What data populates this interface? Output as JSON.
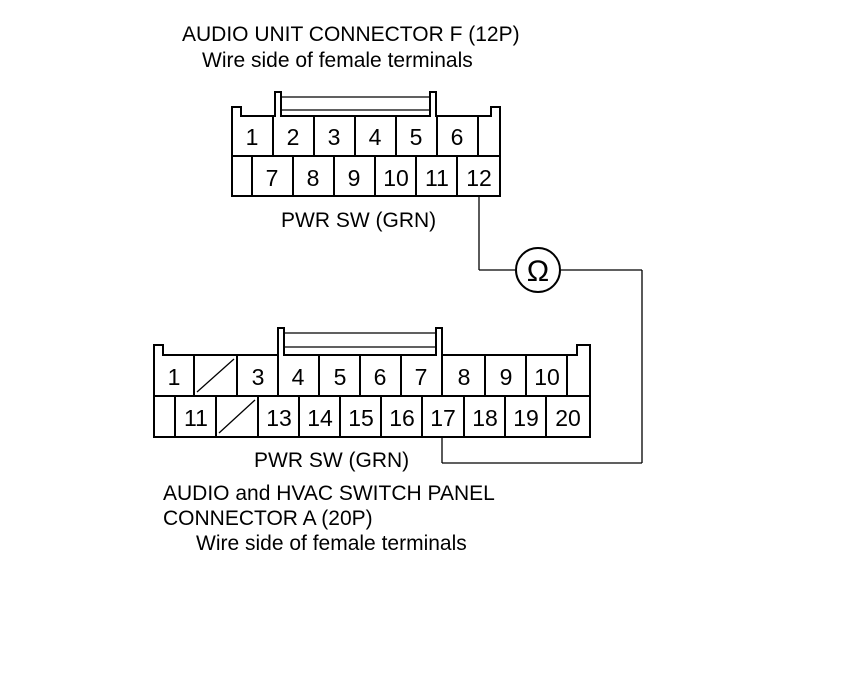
{
  "connector_f": {
    "title": "AUDIO UNIT CONNECTOR F (12P)",
    "subtitle": "Wire side of female terminals",
    "row1": [
      "1",
      "2",
      "3",
      "4",
      "5",
      "6"
    ],
    "row2": [
      "7",
      "8",
      "9",
      "10",
      "11",
      "12"
    ],
    "wire_label": "PWR SW (GRN)"
  },
  "meter": {
    "symbol": "Ω"
  },
  "connector_a": {
    "title_line1": "AUDIO and HVAC SWITCH PANEL",
    "title_line2": "CONNECTOR A (20P)",
    "subtitle": "Wire side of female terminals",
    "row1": [
      "1",
      "",
      "3",
      "4",
      "5",
      "6",
      "7",
      "8",
      "9",
      "10"
    ],
    "row2": [
      "11",
      "",
      "13",
      "14",
      "15",
      "16",
      "17",
      "18",
      "19",
      "20"
    ],
    "wire_label": "PWR SW (GRN)"
  }
}
